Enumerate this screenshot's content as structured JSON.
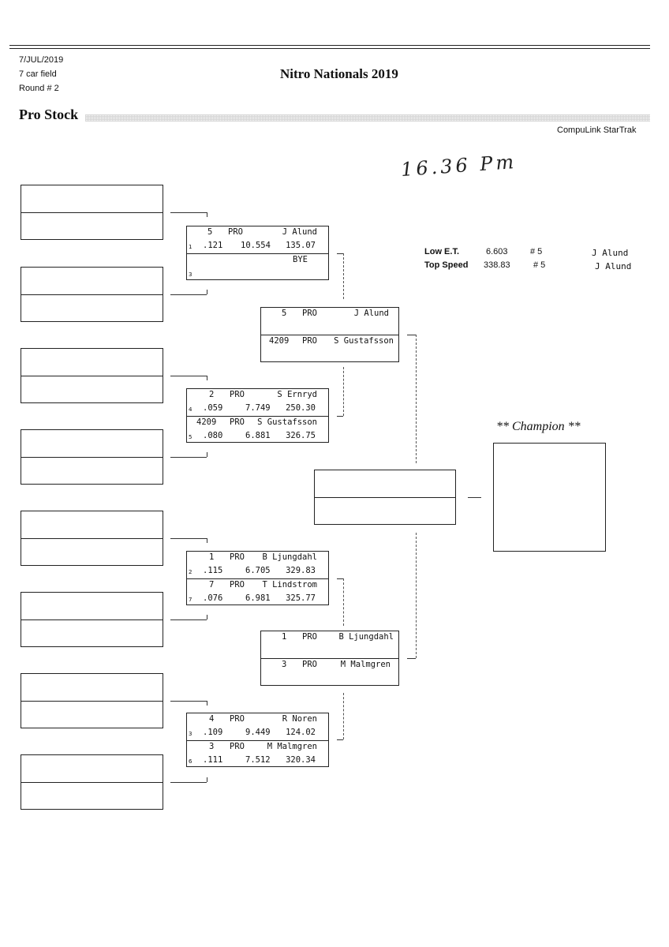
{
  "header": {
    "date": "7/JUL/2019",
    "field": "7 car field",
    "round": "Round # 2",
    "event_title": "Nitro Nationals 2019",
    "class_title": "Pro Stock",
    "software": "CompuLink StarTrak",
    "handwritten_note": "16.36 Pm"
  },
  "stats": {
    "low_et_label": "Low  E.T.",
    "low_et_value": "6.603",
    "low_et_car": "# 5",
    "low_et_driver": "J Alund",
    "top_speed_label": "Top Speed",
    "top_speed_value": "338.83",
    "top_speed_car": "# 5",
    "top_speed_driver": "J Alund"
  },
  "round2_pairs": [
    {
      "top": {
        "lane": "1",
        "car": "5",
        "cls": "PRO",
        "driver": "J Alund",
        "rt": ".121",
        "et": "10.554",
        "mph": "135.07"
      },
      "bottom": {
        "lane": "3",
        "car": "",
        "cls": "",
        "driver": "BYE",
        "rt": "",
        "et": "",
        "mph": ""
      }
    },
    {
      "top": {
        "lane": "4",
        "car": "2",
        "cls": "PRO",
        "driver": "S Ernryd",
        "rt": ".059",
        "et": "7.749",
        "mph": "250.30"
      },
      "bottom": {
        "lane": "5",
        "car": "4209",
        "cls": "PRO",
        "driver": "S Gustafsson",
        "rt": ".080",
        "et": "6.881",
        "mph": "326.75"
      }
    },
    {
      "top": {
        "lane": "2",
        "car": "1",
        "cls": "PRO",
        "driver": "B Ljungdahl",
        "rt": ".115",
        "et": "6.705",
        "mph": "329.83"
      },
      "bottom": {
        "lane": "7",
        "car": "7",
        "cls": "PRO",
        "driver": "T Lindstrom",
        "rt": ".076",
        "et": "6.981",
        "mph": "325.77"
      }
    },
    {
      "top": {
        "lane": "3",
        "car": "4",
        "cls": "PRO",
        "driver": "R Noren",
        "rt": ".109",
        "et": "9.449",
        "mph": "124.02"
      },
      "bottom": {
        "lane": "6",
        "car": "3",
        "cls": "PRO",
        "driver": "M Malmgren",
        "rt": ".111",
        "et": "7.512",
        "mph": "320.34"
      }
    }
  ],
  "semis": [
    {
      "top": {
        "car": "5",
        "cls": "PRO",
        "driver": "J Alund"
      },
      "bottom": {
        "car": "4209",
        "cls": "PRO",
        "driver": "S Gustafsson"
      }
    },
    {
      "top": {
        "car": "1",
        "cls": "PRO",
        "driver": "B Ljungdahl"
      },
      "bottom": {
        "car": "3",
        "cls": "PRO",
        "driver": "M Malmgren"
      }
    }
  ],
  "champion_label": "** Champion **"
}
